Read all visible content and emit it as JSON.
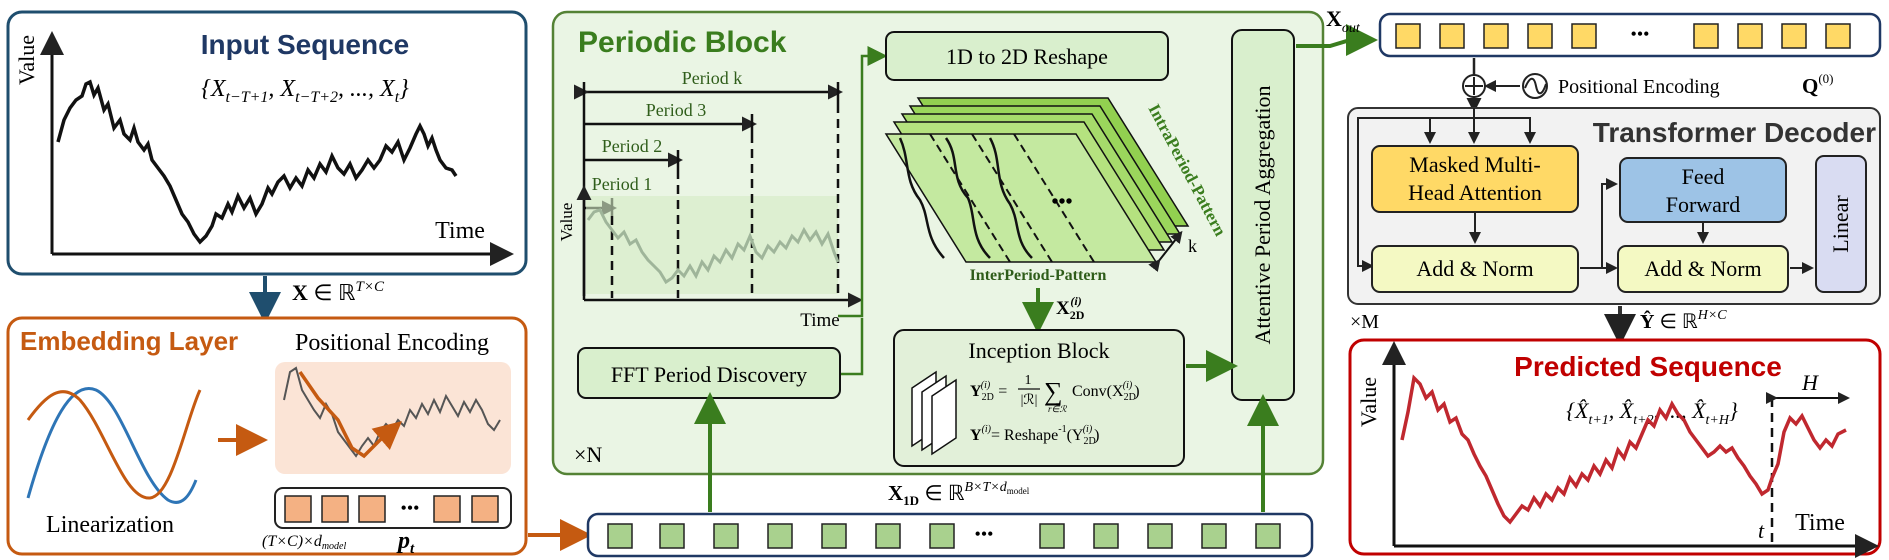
{
  "input": {
    "title": "Input Sequence",
    "ylabel": "Value",
    "xlabel": "Time",
    "formula_prefix": "{X",
    "formula_sub1": "t−T+1",
    "formula_mid1": ", X",
    "formula_sub2": "t−T+2",
    "formula_mid2": ", ..., X",
    "formula_sub3": "t",
    "formula_suffix": "}"
  },
  "x_label": {
    "var": "X",
    "in": " ∈ ℝ",
    "sup": "T×C"
  },
  "embedding": {
    "title": "Embedding Layer",
    "pe_title": "Positional Encoding",
    "linearization": "Linearization",
    "dims": "(T×C)×d",
    "dims_sub": "model",
    "pt": "p",
    "pt_sub": "t"
  },
  "periodic": {
    "title": "Periodic Block",
    "periods": [
      "Period k",
      "Period 3",
      "Period 2",
      "Period 1"
    ],
    "ylabel": "Value",
    "xlabel": "Time",
    "reshape": "1D to 2D Reshape",
    "intra": "IntraPeriod-Pattern",
    "inter": "InterPeriod-Pattern",
    "k": "k",
    "x2d_var": "X",
    "x2d_sub": "2D",
    "x2d_sup": "(i)",
    "inception_title": "Inception Block",
    "eq1_lhs": "Y",
    "eq1_rhs": "Conv(X",
    "eq1_frac_num": "1",
    "eq1_frac_den": "|ℛ|",
    "eq1_sum_sub": "r∈ℛ",
    "eq2_lhs": "Y",
    "eq2_rhs": "= Reshape",
    "eq2_rhs2": "(Y",
    "fft": "FFT Period Discovery",
    "repeat": "×N",
    "aggregation": "Attentive Period Aggregation",
    "ellipsis": "•••"
  },
  "x1d_label": {
    "var": "X",
    "sub": "1D",
    "in": " ∈ ℝ",
    "sup": "B×T×d",
    "supsub": "model"
  },
  "xout_label": {
    "var": "X",
    "sub": "out"
  },
  "decoder": {
    "pos_enc": "Positional Encoding",
    "q_var": "Q",
    "q_sup": "(0)",
    "title": "Transformer Decoder",
    "mha": [
      "Masked Multi-",
      "Head Attention"
    ],
    "ffn": [
      "Feed",
      "Forward"
    ],
    "addnorm1": "Add & Norm",
    "addnorm2": "Add & Norm",
    "linear": "Linear",
    "repeat": "×M"
  },
  "y_label": {
    "var": "Ŷ",
    "in": " ∈ ℝ",
    "sup": "H×C"
  },
  "predicted": {
    "title": "Predicted Sequence",
    "ylabel": "Value",
    "xlabel": "Time",
    "t_mark": "t",
    "h_mark": "H",
    "formula": "{X̂",
    "formula_sub1": "t+1",
    "formula_mid1": ", X̂",
    "formula_sub2": "t+2",
    "formula_mid2": ", ..., X̂",
    "formula_sub3": "t+H",
    "formula_suffix": "}"
  },
  "colors": {
    "input_border": "#1f4e6e",
    "input_title": "#1f3864",
    "embed_border": "#c55a11",
    "embed_title": "#c55a11",
    "periodic_bg": "#eaf5e4",
    "periodic_border": "#548235",
    "periodic_title": "#3a7d1e",
    "green_fill": "#a9d18e",
    "box_fill": "#e2f0d9",
    "mha_fill": "#ffd966",
    "ffn_fill": "#9dc3e6",
    "addnorm_fill": "#f4f9c3",
    "linear_fill": "#d9dcf2",
    "decoder_bg": "#f2f2f2",
    "pred_border": "#c00000",
    "pred_title": "#c00000",
    "pred_line": "#c0282f",
    "token_fill": "#ffd966",
    "pe_token_fill": "#f4b183"
  }
}
